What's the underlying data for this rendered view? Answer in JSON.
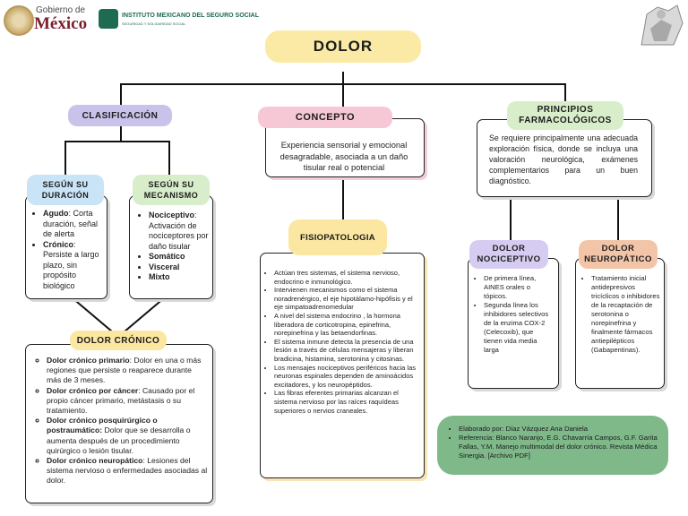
{
  "header": {
    "gob_line1": "Gobierno de",
    "gob_line2": "México",
    "imss_line1": "INSTITUTO MEXICANO DEL SEGURO SOCIAL",
    "imss_line2": "SEGURIDAD Y SOLIDARIDAD SOCIAL"
  },
  "title": "DOLOR",
  "clasificacion": {
    "label": "CLASIFICACIÓN",
    "duracion": {
      "label_1": "SEGÚN SU",
      "label_2": "DURACIÓN",
      "items": [
        {
          "term": "Agudo",
          "text": ": Corta duración, señal de alerta"
        },
        {
          "term": "Crónico",
          "text": ": Persiste a largo plazo, sin propósito biológico"
        }
      ]
    },
    "mecanismo": {
      "label_1": "SEGÚN SU",
      "label_2": "MECANISMO",
      "items": [
        {
          "term": "Nociceptivo",
          "text": ": Activación de nociceptores por daño tisular"
        },
        {
          "term": "Somático",
          "text": ""
        },
        {
          "term": "Visceral",
          "text": ""
        },
        {
          "term": "Mixto",
          "text": ""
        }
      ]
    }
  },
  "dolor_cronico": {
    "label": "DOLOR CRÓNICO",
    "items": [
      {
        "term": "Dolor crónico primario",
        "text": ": Dolor en una o más regiones que persiste o reaparece durante más de 3 meses."
      },
      {
        "term": "Dolor crónico por cáncer",
        "text": ": Causado por el propio cáncer primario, metástasis o su tratamiento."
      },
      {
        "term": "Dolor crónico posquirúrgico o postraumático:",
        "text": " Dolor que se desarrolla o aumenta después de un procedimiento quirúrgico o lesión tisular."
      },
      {
        "term": "Dolor crónico neuropático",
        "text": ": Lesiones del sistema nervioso o enfermedades asociadas al dolor."
      }
    ]
  },
  "concepto": {
    "label": "CONCEPTO",
    "text": "Experiencia sensorial y emocional desagradable, asociada a un daño tisular real o potencial"
  },
  "fisiopatologia": {
    "label": "FISIOPATOLOGIA",
    "items": [
      "Actúan tres sistemas, el sistema nervioso, endocrino e inmunológico.",
      "Intervienen mecanismos como el sistema noradrenérgico, el eje hipotálamo-hipófisis y el eje simpatoadrenomedular",
      "A nivel del sistema endocrino , la hormona liberadora de corticotropina, epinefrina, norepinefrina y las betaendorfinas.",
      "El sistema inmune detecta la presencia de una lesión a través de células mensajeras y liberan bradicina, histamina, serotonina y citosinas.",
      "Los mensajes nociceptivos periféricos hacia las neuronas espinales dependen de aminoácidos excitadores, y los neuropéptidos.",
      "Las fibras eferentes primarias alcanzan el sistema nervioso por las raíces raquídeas superiores o nervios craneales."
    ]
  },
  "principios": {
    "label_1": "PRINCIPIOS",
    "label_2": "FARMACOLÓGICOS",
    "text": "Se requiere principalmente una adecuada exploración física, donde se incluya una valoración neurológica, exámenes complementarios para un buen diagnóstico.",
    "nociceptivo": {
      "label_1": "DOLOR",
      "label_2": "NOCICEPTIVO",
      "items": [
        "De primera línea, AINES orales o tópicos.",
        "Segunda línea los inhibidores selectivos de la enzima COX-2 (Celecoxib), que tienen vida media larga"
      ]
    },
    "neuropatico": {
      "label_1": "DOLOR",
      "label_2": "NEUROPÁTICO",
      "items": [
        "Tratamiento inicial antidepresivos tricíclicos o inhibidores de la recaptación de serotonina o norepinefrina y finalmente fármacos antiepilépticos (Gabapentinas)."
      ]
    }
  },
  "credits": {
    "items": [
      "Elaborado por: Díaz Vázquez Ana Daniela",
      "Referencia: Blanco Naranjo, E.G. Chavarría Campos, G.F. Garita Fallas, Y.M. Manejo multimodal del dolor crónico. Revista Médica Sinergia. [Archivo PDF]"
    ]
  },
  "colors": {
    "title_bg": "#fbe9a6",
    "clasificacion_bg": "#c9c3ec",
    "concepto_bg": "#f6c8d6",
    "fisio_bg": "#fbe7a1",
    "principios_bg": "#d8edc9",
    "duracion_bg": "#c9e3f7",
    "mecanismo_bg": "#d8edc9",
    "nociceptivo_bg": "#d6ccf1",
    "neuropatico_bg": "#f3c5a8",
    "credits_bg": "#7fb98a"
  }
}
